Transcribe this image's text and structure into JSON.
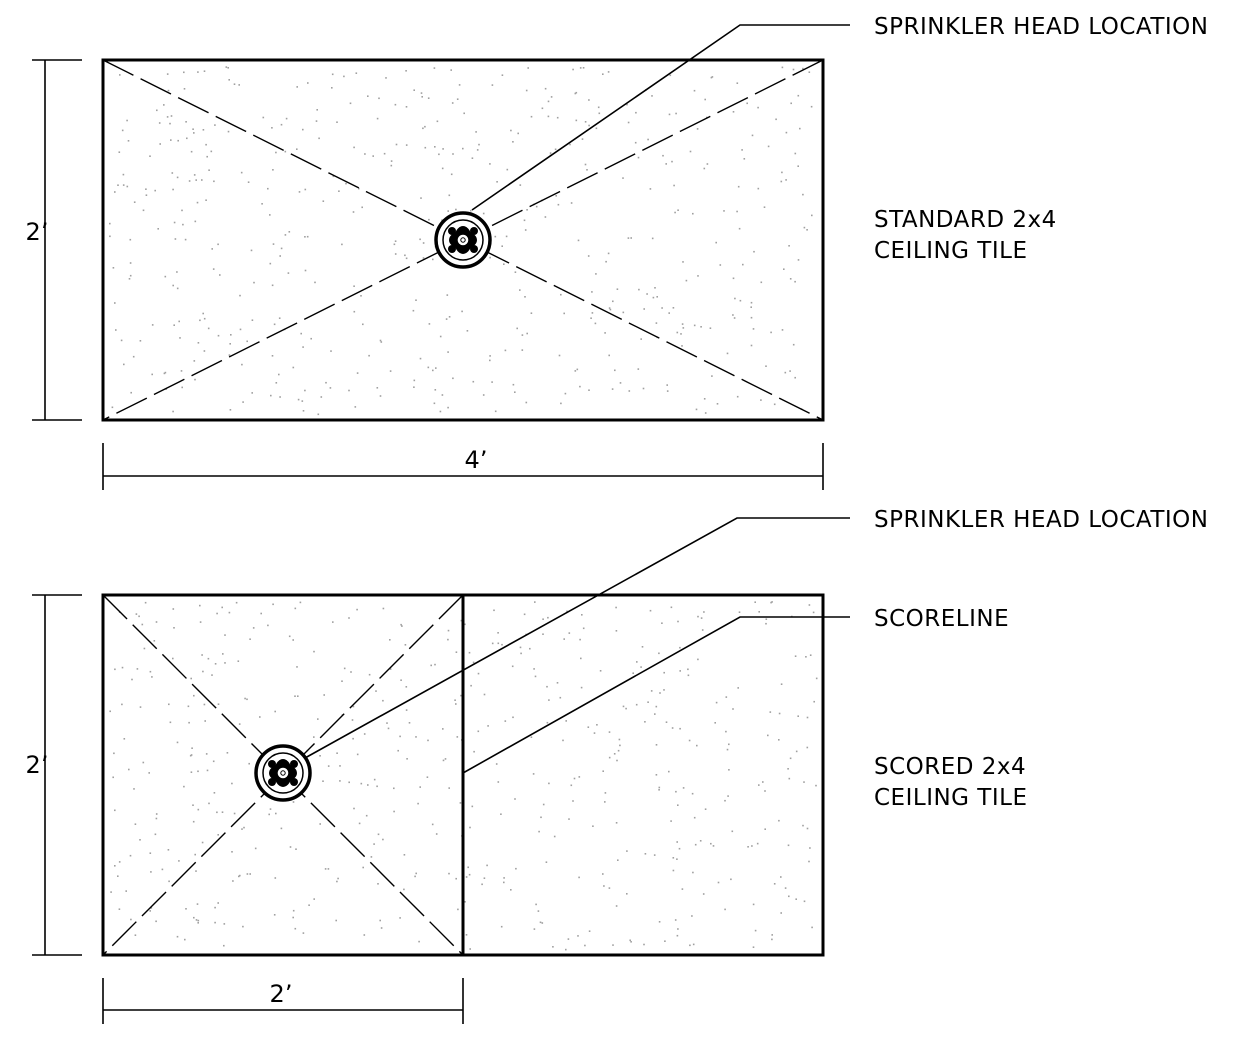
{
  "standard_tile": {
    "sprinkler_label": "SPRINKLER HEAD LOCATION",
    "description_line1": "STANDARD 2x4",
    "description_line2": "CEILING TILE",
    "height_dim": "2’",
    "width_dim": "4’"
  },
  "scored_tile": {
    "sprinkler_label": "SPRINKLER HEAD LOCATION",
    "scoreline_label": "SCORELINE",
    "description_line1": "SCORED 2x4",
    "description_line2": "CEILING TILE",
    "height_dim": "2’",
    "width_dim": "2’"
  }
}
